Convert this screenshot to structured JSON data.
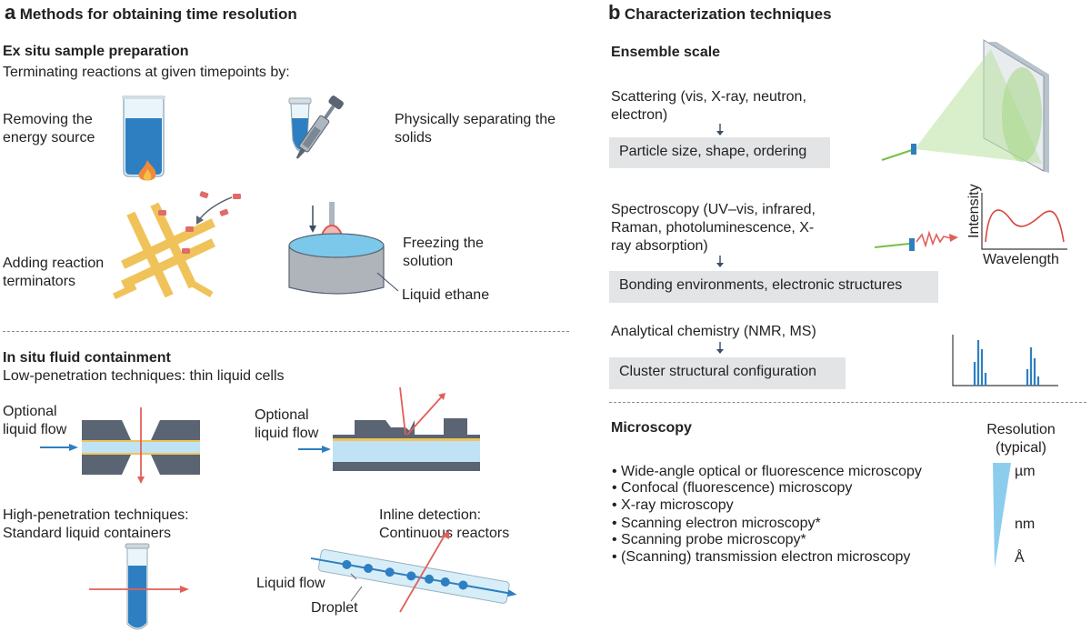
{
  "panel_a": {
    "letter": "a",
    "title": "Methods for obtaining time resolution",
    "ex_situ": {
      "heading": "Ex situ sample preparation",
      "subheading": "Terminating reactions at given timepoints by:",
      "removing_energy": "Removing the energy source",
      "physically_separating": "Physically separating the solids",
      "adding_terminators": "Adding reaction terminators",
      "freezing": "Freezing the solution",
      "liquid_ethane": "Liquid ethane"
    },
    "in_situ": {
      "heading": "In situ fluid containment",
      "subheading": "Low-penetration techniques: thin liquid cells",
      "optional_flow_1": "Optional liquid flow",
      "optional_flow_2": "Optional liquid flow",
      "high_penetration": "High-penetration techniques: Standard liquid containers",
      "inline_detection": "Inline detection: Continuous reactors",
      "liquid_flow": "Liquid flow",
      "droplet": "Droplet"
    }
  },
  "panel_b": {
    "letter": "b",
    "title": "Characterization techniques",
    "ensemble": {
      "heading": "Ensemble scale",
      "scattering": "Scattering (vis, X-ray, neutron, electron)",
      "scattering_result": "Particle size, shape, ordering",
      "spectroscopy": "Spectroscopy (UV–vis, infrared, Raman, photoluminescence, X-ray absorption)",
      "spectroscopy_result": "Bonding environments, electronic structures",
      "analytical": "Analytical chemistry (NMR, MS)",
      "analytical_result": "Cluster structural configuration",
      "spectrum_ylabel": "Intensity",
      "spectrum_xlabel": "Wavelength"
    },
    "microscopy": {
      "heading": "Microscopy",
      "resolution_header": "Resolution (typical)",
      "items": [
        "• Wide-angle optical or fluorescence microscopy",
        "• Confocal (fluorescence) microscopy",
        "• X-ray microscopy",
        "• Scanning electron microscopy*",
        "• Scanning probe microscopy*",
        "• (Scanning) transmission electron microscopy"
      ],
      "scale_um": "µm",
      "scale_nm": "nm",
      "scale_a": "Å"
    }
  },
  "colors": {
    "blue": "#2e7fc1",
    "light_blue": "#bfe3f4",
    "red": "#e0605a",
    "gold": "#f0c35a",
    "slate": "#5a6472",
    "green": "#76c043",
    "box_gray": "#e3e4e6"
  }
}
